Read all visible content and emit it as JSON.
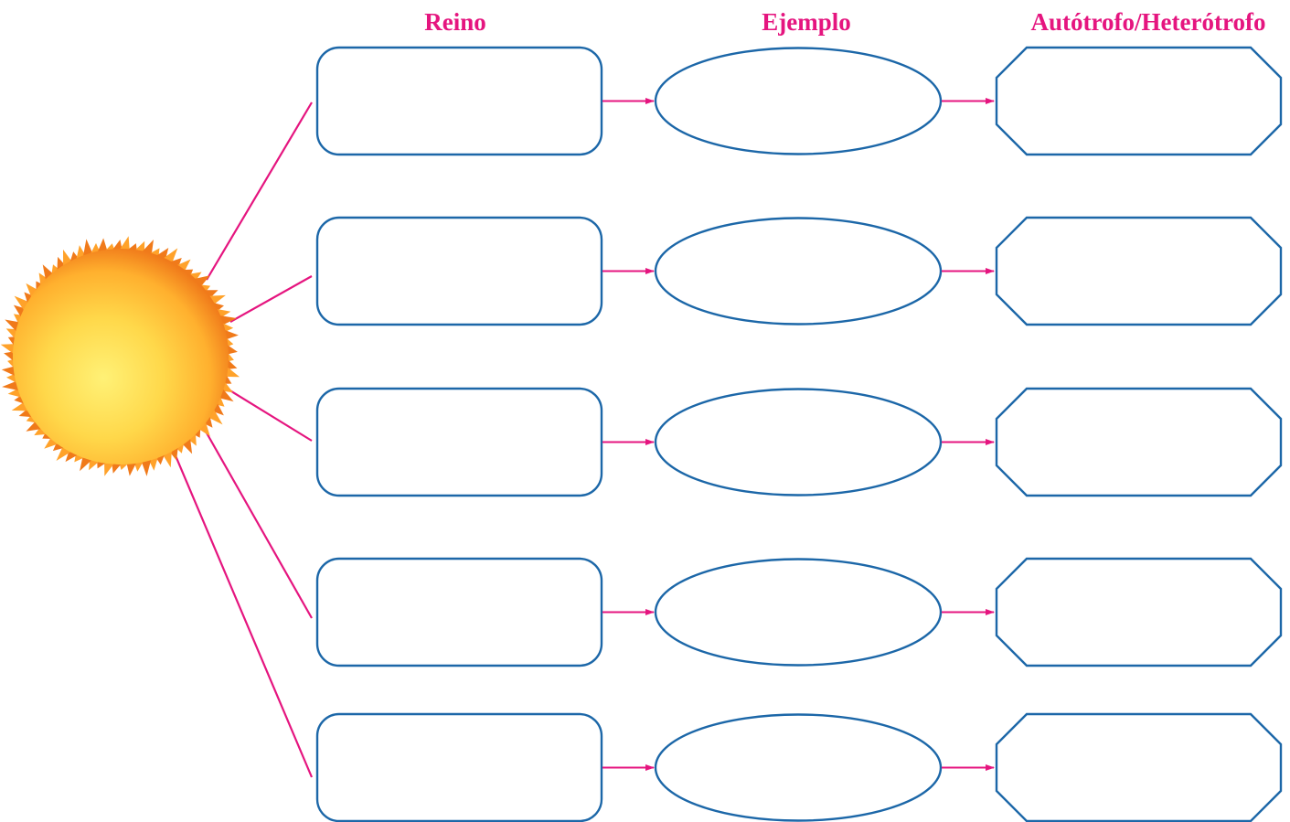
{
  "headers": {
    "reino": "Reino",
    "ejemplo": "Ejemplo",
    "tipo": "Autótrofo/Heterótrofo"
  },
  "rows": [
    {
      "reino": "",
      "ejemplo": "",
      "tipo": ""
    },
    {
      "reino": "",
      "ejemplo": "",
      "tipo": ""
    },
    {
      "reino": "",
      "ejemplo": "",
      "tipo": ""
    },
    {
      "reino": "",
      "ejemplo": "",
      "tipo": ""
    },
    {
      "reino": "",
      "ejemplo": "",
      "tipo": ""
    }
  ],
  "colors": {
    "heading": "#e5157f",
    "connector": "#e5157f",
    "box_stroke": "#1c67a8",
    "sun_core": "#fff176",
    "sun_mid": "#ffc32b",
    "sun_edge": "#f07a1a"
  },
  "central_image": "sun-image"
}
